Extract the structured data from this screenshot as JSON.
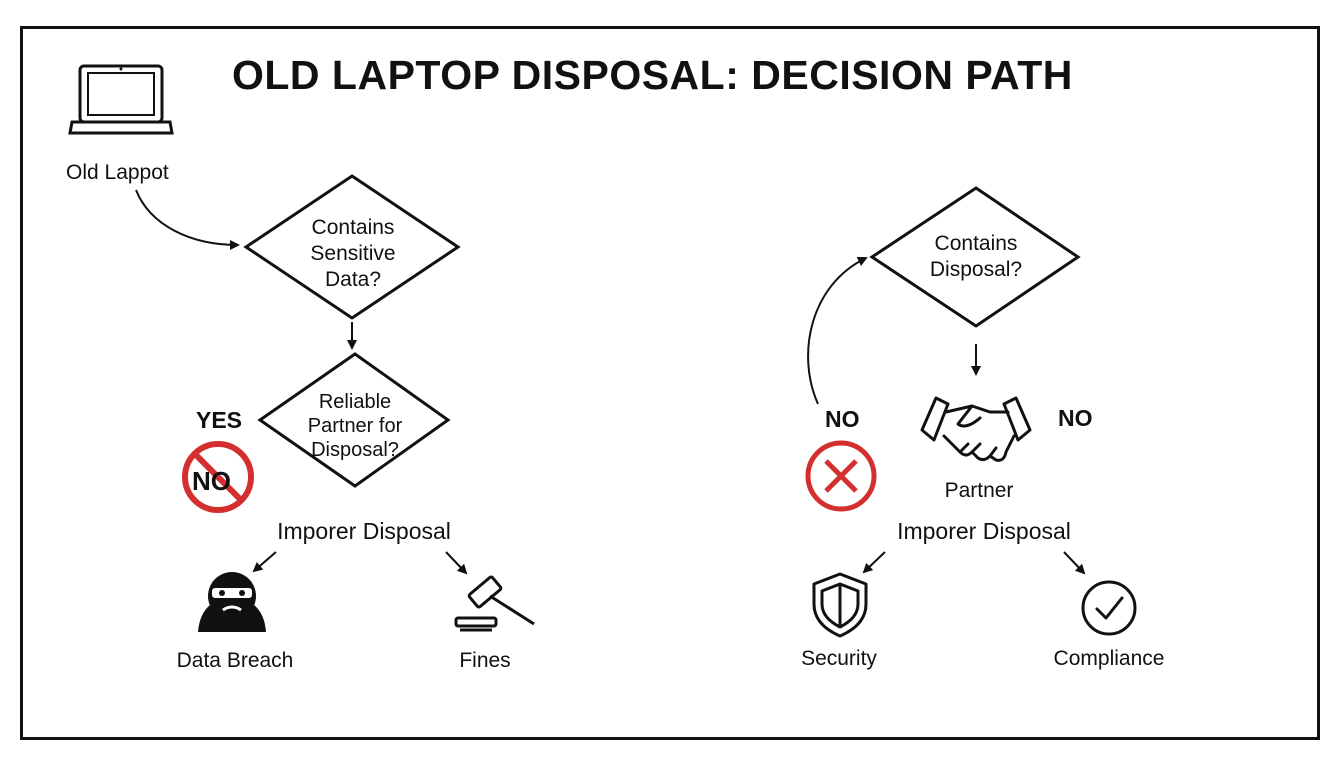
{
  "title": "OLD LAPTOP DISPOSAL: DECISION PATH",
  "start": {
    "label": "Old Lappot",
    "icon": "laptop-icon"
  },
  "left": {
    "decision1": {
      "lines": [
        "Contains",
        "Sensitive",
        "Data?"
      ]
    },
    "decision2": {
      "lines": [
        "Reliable",
        "Partner for",
        "Disposal?"
      ]
    },
    "yes_label": "YES",
    "badge_text": "NO",
    "outcome_heading": "Imporer Disposal",
    "outcome_a": {
      "label": "Data Breach",
      "icon": "hacker-icon"
    },
    "outcome_b": {
      "label": "Fines",
      "icon": "gavel-icon"
    }
  },
  "right": {
    "decision1": {
      "lines": [
        "Contains",
        "Disposal?"
      ]
    },
    "no_label_left": "NO",
    "no_label_right": "NO",
    "partner": {
      "label": "Partner",
      "icon": "handshake-icon"
    },
    "outcome_heading": "Imporer Disposal",
    "outcome_a": {
      "label": "Security",
      "icon": "shield-icon"
    },
    "outcome_b": {
      "label": "Compliance",
      "icon": "check-circle-icon"
    }
  },
  "colors": {
    "ink": "#111111",
    "reject_red": "#d32f2f"
  }
}
